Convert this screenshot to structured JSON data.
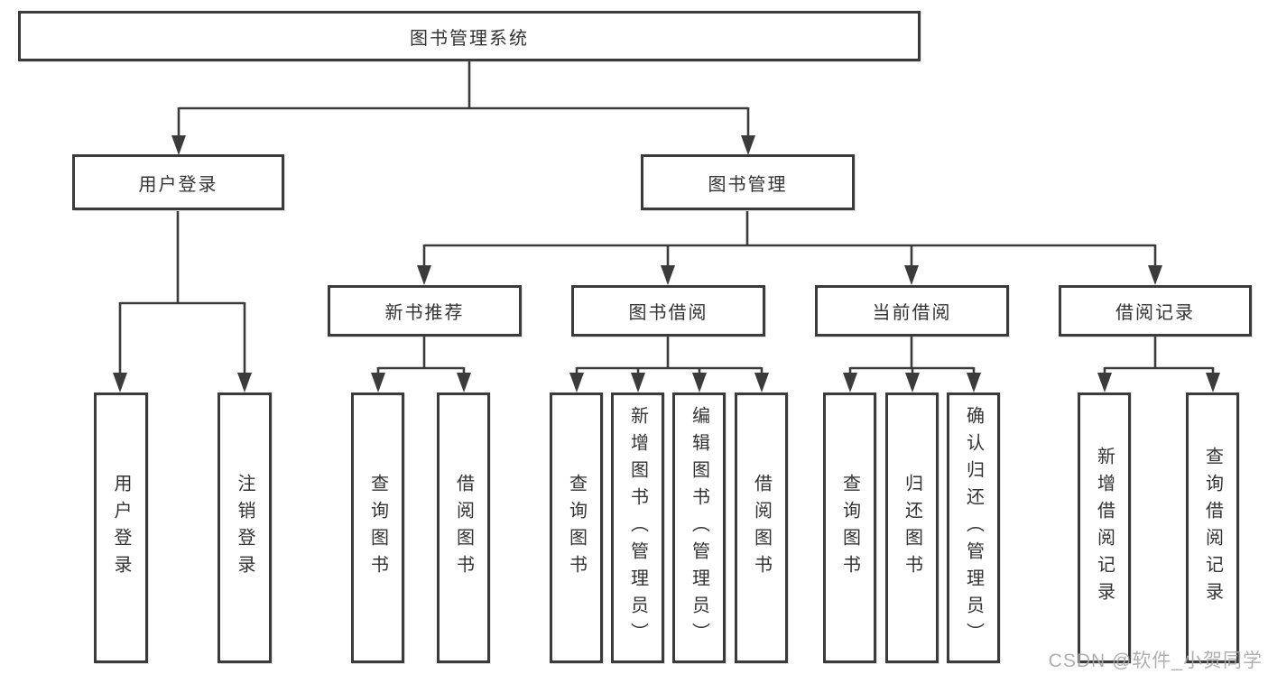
{
  "watermark": {
    "text": "CSDN @软件_小贺同学"
  },
  "colors": {
    "line": "#3b3b3b",
    "box_border": "#3b3b3b",
    "text": "#333333",
    "watermark": "#a8a8a8",
    "background": "#ffffff"
  },
  "tree": {
    "root": {
      "label": "图书管理系统"
    },
    "branches": [
      {
        "label": "用户登录",
        "children": [
          {
            "label": "用户登录"
          },
          {
            "label": "注销登录"
          }
        ]
      },
      {
        "label": "图书管理",
        "children": [
          {
            "label": "新书推荐",
            "children": [
              {
                "label": "查询图书"
              },
              {
                "label": "借阅图书"
              }
            ]
          },
          {
            "label": "图书借阅",
            "children": [
              {
                "label": "查询图书"
              },
              {
                "label": "新增图书（管理员）"
              },
              {
                "label": "编辑图书（管理员）"
              },
              {
                "label": "借阅图书"
              }
            ]
          },
          {
            "label": "当前借阅",
            "children": [
              {
                "label": "查询图书"
              },
              {
                "label": "归还图书"
              },
              {
                "label": "确认归还（管理员）"
              }
            ]
          },
          {
            "label": "借阅记录",
            "children": [
              {
                "label": "新增借阅记录"
              },
              {
                "label": "查询借阅记录"
              }
            ]
          }
        ]
      }
    ]
  }
}
